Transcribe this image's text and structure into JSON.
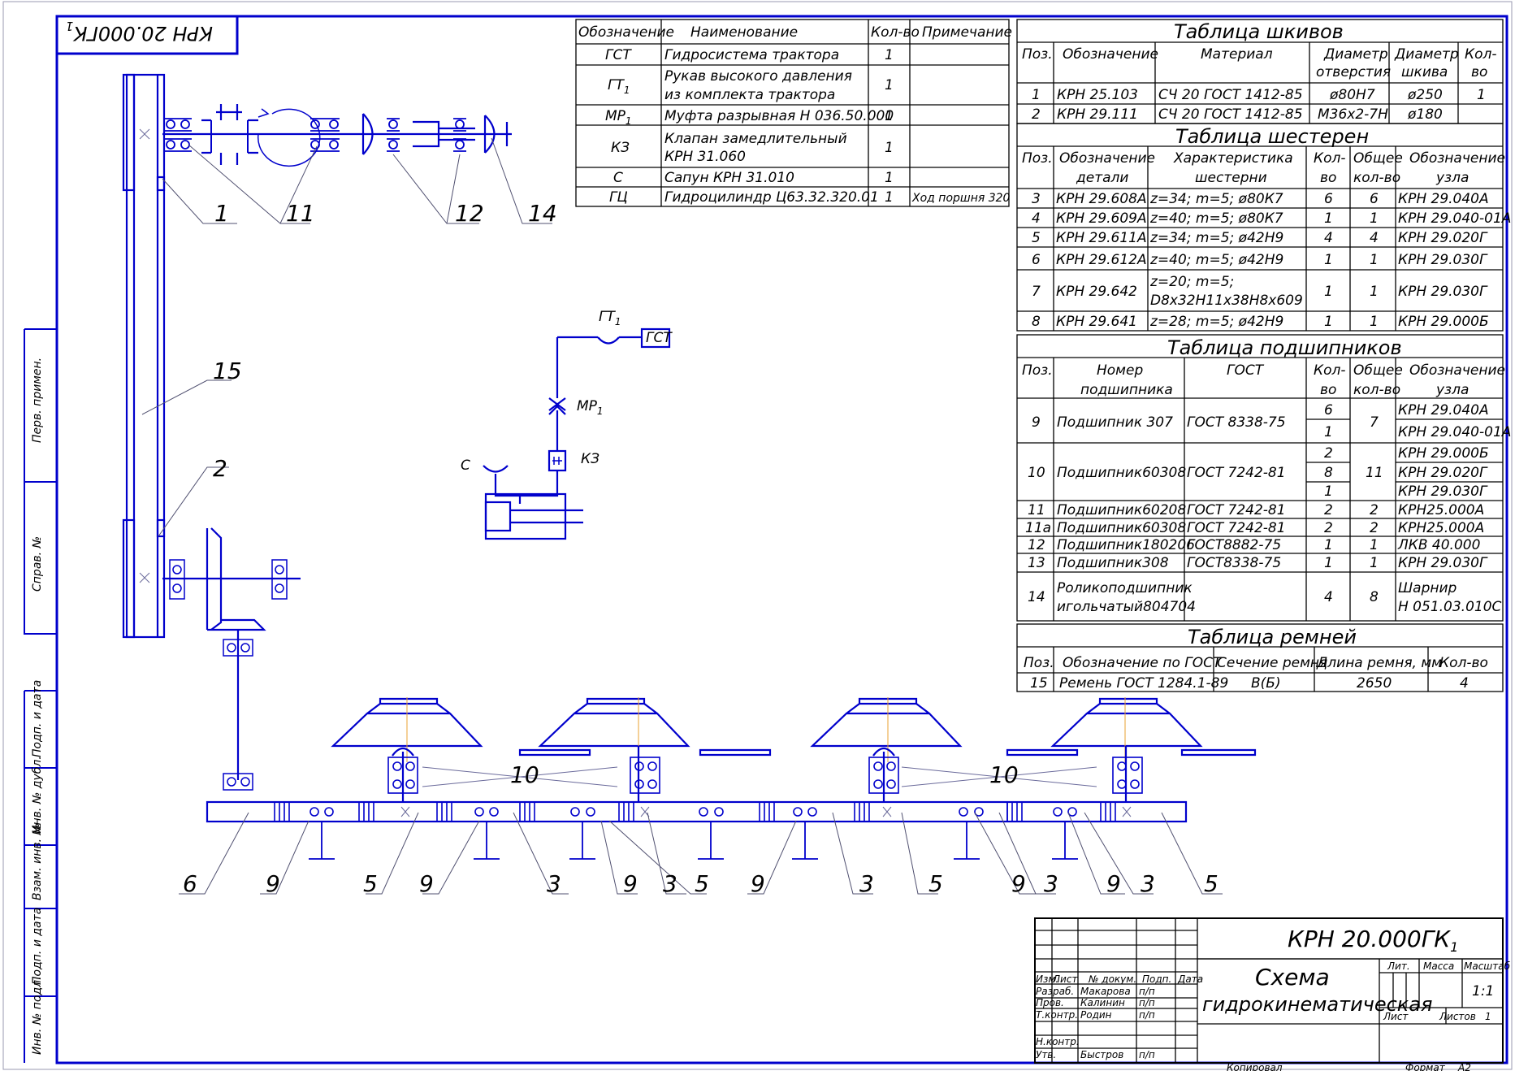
{
  "drawing_code": "КРН 20.000ГК",
  "drawing_code_sub": "1",
  "hydro_labels": {
    "gt1": "ГТ",
    "gt1_sub": "1",
    "gst": "ГСТ",
    "mr1": "МР",
    "mr1_sub": "1",
    "kz": "КЗ",
    "c": "С"
  },
  "positions": {
    "p1": "1",
    "p11": "11",
    "p12": "12",
    "p14": "14",
    "p15": "15",
    "p2": "2",
    "p10a": "10",
    "p10b": "10",
    "bottom": [
      "6",
      "9",
      "5",
      "9",
      "3",
      "9",
      "3",
      "5",
      "9",
      "3",
      "5",
      "9",
      "3",
      "9",
      "3",
      "5"
    ]
  },
  "side_stamps": [
    "Перв. примен.",
    "Справ. №",
    "Подп. и дата",
    "Инв. № дубл.",
    "Взам. инв. №",
    "Подп. и дата",
    "Инв. № подл."
  ],
  "spec_table": {
    "headers": [
      "Обозначение",
      "Наименование",
      "Кол-во",
      "Примечание"
    ],
    "rows": [
      {
        "code": "ГСТ",
        "name": "Гидросистема трактора",
        "qty": "1",
        "note": ""
      },
      {
        "code": "ГТ",
        "code_sub": "1",
        "name": "Рукав высокого давления",
        "name2": "из комплекта трактора",
        "qty": "1",
        "note": ""
      },
      {
        "code": "МР",
        "code_sub": "1",
        "name": "Муфта разрывная Н 036.50.000",
        "qty": "1",
        "note": ""
      },
      {
        "code": "КЗ",
        "name": "Клапан замедлительный",
        "name2": "КРН 31.060",
        "qty": "1",
        "note": ""
      },
      {
        "code": "С",
        "name": "Сапун КРН 31.010",
        "qty": "1",
        "note": ""
      },
      {
        "code": "ГЦ",
        "name": "Гидроцилиндр Ц63.32.320.01",
        "qty": "1",
        "note": "Ход поршня 320"
      }
    ]
  },
  "pulleys": {
    "title": "Таблица шкивов",
    "headers": {
      "pos": "Поз.",
      "code": "Обозначение",
      "material": "Материал",
      "bore1": "Диаметр",
      "bore2": "отверстия",
      "dia1": "Диаметр",
      "dia2": "шкива",
      "qty1": "Кол-",
      "qty2": "во"
    },
    "rows": [
      {
        "pos": "1",
        "code": "КРН 25.103",
        "material": "СЧ 20 ГОСТ 1412-85",
        "bore": "ø80Н7",
        "dia": "ø250",
        "qty": "1"
      },
      {
        "pos": "2",
        "code": "КРН 29.111",
        "material": "СЧ 20 ГОСТ 1412-85",
        "bore": "М36х2-7Н",
        "dia": "ø180",
        "qty": ""
      }
    ]
  },
  "gears": {
    "title": "Таблица шестерен",
    "headers": {
      "pos": "Поз.",
      "code1": "Обозначение",
      "code2": "детали",
      "ch1": "Характеристика",
      "ch2": "шестерни",
      "qty1": "Кол-",
      "qty2": "во",
      "tot1": "Общее",
      "tot2": "кол-во",
      "unit1": "Обозначение",
      "unit2": "узла"
    },
    "rows": [
      {
        "pos": "3",
        "code": "КРН 29.608А",
        "char": "z=34; m=5; ø80К7",
        "qty": "6",
        "total": "6",
        "unit": "КРН 29.040А"
      },
      {
        "pos": "4",
        "code": "КРН 29.609А",
        "char": "z=40; m=5; ø80К7",
        "qty": "1",
        "total": "1",
        "unit": "КРН 29.040-01А"
      },
      {
        "pos": "5",
        "code": "КРН 29.611А",
        "char": "z=34; m=5; ø42Н9",
        "qty": "4",
        "total": "4",
        "unit": "КРН 29.020Г"
      },
      {
        "pos": "6",
        "code": "КРН 29.612А",
        "char": "z=40; m=5; ø42Н9",
        "qty": "1",
        "total": "1",
        "unit": "КРН 29.030Г"
      },
      {
        "pos": "7",
        "code": "КРН 29.642",
        "char": "z=20; m=5;",
        "char2": "D8x32H11x38H8x609",
        "qty": "1",
        "total": "1",
        "unit": "КРН 29.030Г"
      },
      {
        "pos": "8",
        "code": "КРН 29.641",
        "char": "z=28; m=5; ø42Н9",
        "qty": "1",
        "total": "1",
        "unit": "КРН 29.000Б"
      }
    ]
  },
  "bearings": {
    "title": "Таблица подшипников",
    "headers": {
      "pos": "Поз.",
      "num1": "Номер",
      "num2": "подшипника",
      "gost": "ГОСТ",
      "qty1": "Кол-",
      "qty2": "во",
      "tot1": "Общее",
      "tot2": "кол-во",
      "unit1": "Обозначение",
      "unit2": "узла"
    },
    "rows": [
      {
        "pos": "9",
        "name": "Подшипник 307",
        "gost": "ГОСТ 8338-75",
        "qty": [
          "6",
          "1"
        ],
        "total": "7",
        "unit": [
          "КРН 29.040А",
          "КРН 29.040-01А"
        ]
      },
      {
        "pos": "10",
        "name": "Подшипник60308",
        "gost": "ГОСТ 7242-81",
        "qty": [
          "2",
          "8",
          "1"
        ],
        "total": "11",
        "unit": [
          "КРН 29.000Б",
          "КРН 29.020Г",
          "КРН 29.030Г"
        ]
      },
      {
        "pos": "11",
        "name": "Подшипник60208",
        "gost": "ГОСТ 7242-81",
        "qty": [
          "2"
        ],
        "total": "2",
        "unit": [
          "КРН25.000А"
        ]
      },
      {
        "pos": "11а",
        "name": "Подшипник60308",
        "gost": "ГОСТ 7242-81",
        "qty": [
          "2"
        ],
        "total": "2",
        "unit": [
          "КРН25.000А"
        ]
      },
      {
        "pos": "12",
        "name": "Подшипник180206",
        "gost": "ГОСТ8882-75",
        "qty": [
          "1"
        ],
        "total": "1",
        "unit": [
          "ЛКВ 40.000"
        ]
      },
      {
        "pos": "13",
        "name": "Подшипник308",
        "gost": "ГОСТ8338-75",
        "qty": [
          "1"
        ],
        "total": "1",
        "unit": [
          "КРН 29.030Г"
        ]
      },
      {
        "pos": "14",
        "name": "Роликоподшипник",
        "name2": "игольчатый804704",
        "gost": "",
        "qty": [
          "4"
        ],
        "total": "8",
        "unit": [
          "Шарнир",
          "Н 051.03.010С"
        ]
      }
    ]
  },
  "belts": {
    "title": "Таблица ремней",
    "headers": {
      "pos": "Поз.",
      "code": "Обозначение по ГОСТ",
      "section": "Сечение ремня",
      "length": "Длина ремня, мм",
      "qty": "Кол-во"
    },
    "rows": [
      {
        "pos": "15",
        "code": "Ремень ГОСТ 1284.1-89",
        "section": "В(Б)",
        "length": "2650",
        "qty": "4"
      }
    ]
  },
  "title_block": {
    "code": "КРН 20.000ГК",
    "code_sub": "1",
    "name1": "Схема",
    "name2": "гидрокинематическая",
    "col_izm": "Изм.",
    "col_list": "Лист",
    "col_doc": "№ докум.",
    "col_sign": "Подп.",
    "col_date": "Дата",
    "roles": [
      {
        "role": "Разраб.",
        "name": "Макарова",
        "sign": "п/п"
      },
      {
        "role": "Пров.",
        "name": "Калинин",
        "sign": "п/п"
      },
      {
        "role": "Т.контр.",
        "name": "Родин",
        "sign": "п/п"
      },
      {
        "role": "Н.контр.",
        "name": "",
        "sign": ""
      },
      {
        "role": "Утв.",
        "name": "Быстров",
        "sign": "п/п"
      }
    ],
    "lit": "Лит.",
    "mass": "Масса",
    "scale_label": "Масштаб",
    "scale": "1:1",
    "sheet": "Лист",
    "sheets": "Листов",
    "sheets_value": "1",
    "copied": "Копировал",
    "format": "Формат",
    "format_value": "А2"
  }
}
